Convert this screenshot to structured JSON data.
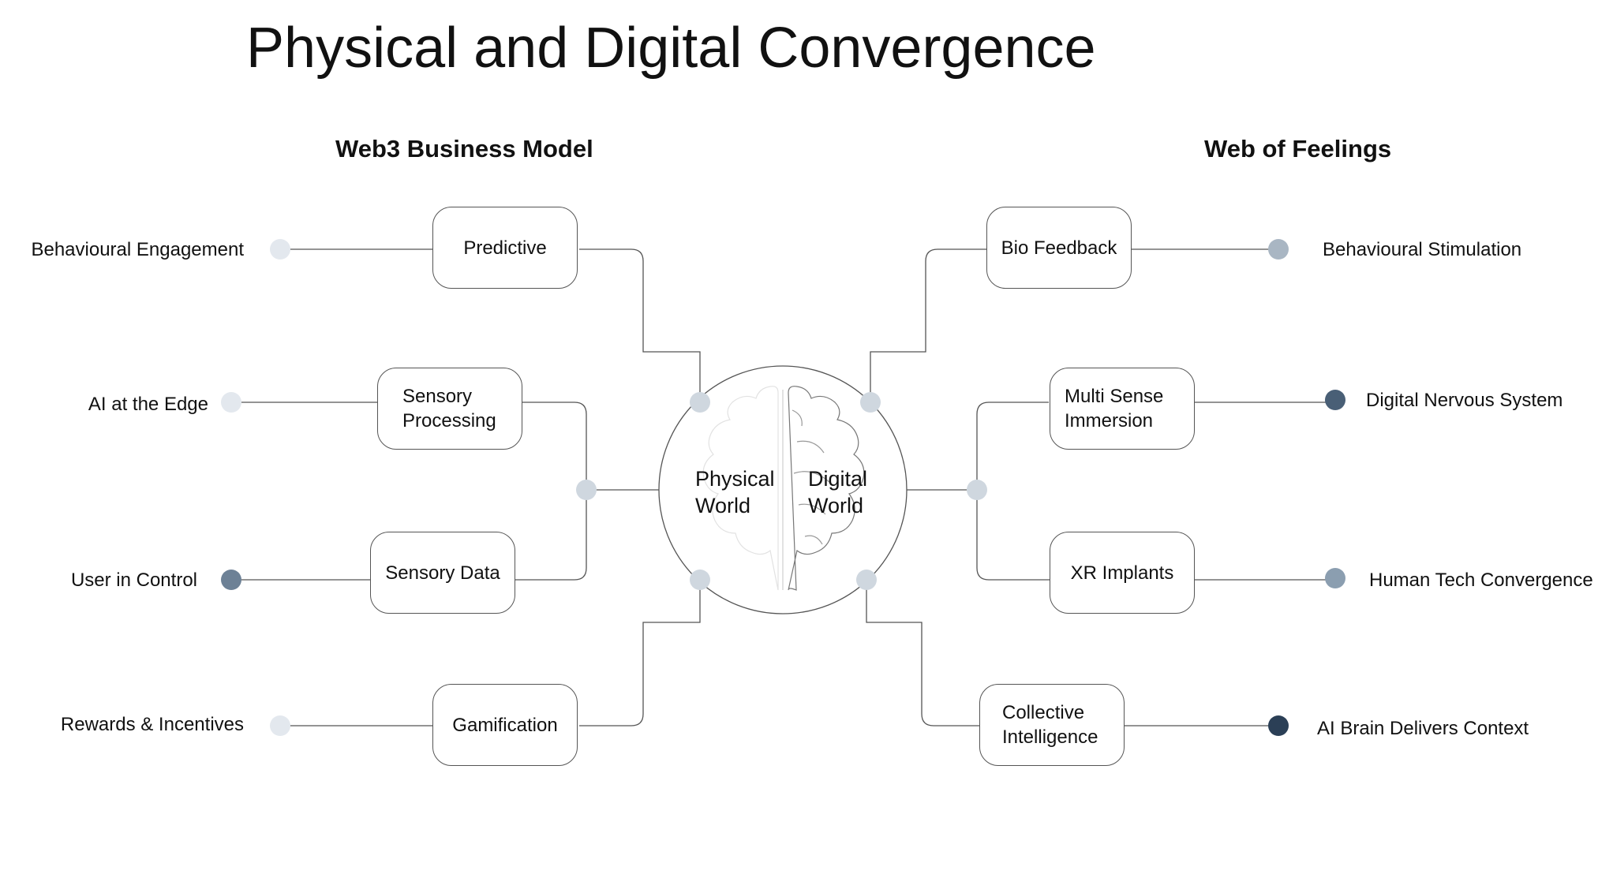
{
  "title": "Physical and Digital Convergence",
  "left_section": "Web3 Business Model",
  "right_section": "Web of Feelings",
  "center": {
    "left": "Physical\nWorld",
    "right": "Digital\nWorld"
  },
  "boxes": {
    "predictive": "Predictive",
    "sensory_processing": "Sensory\nProcessing",
    "sensory_data": "Sensory Data",
    "gamification": "Gamification",
    "bio_feedback": "Bio Feedback",
    "multi_sense": "Multi Sense\nImmersion",
    "xr_implants": "XR Implants",
    "collective": "Collective\nIntelligence"
  },
  "labels": {
    "behavioural_engagement": "Behavioural Engagement",
    "ai_edge": "AI at the Edge",
    "user_control": "User in Control",
    "rewards": "Rewards & Incentives",
    "behavioural_stimulation": "Behavioural Stimulation",
    "digital_nervous": "Digital Nervous System",
    "human_tech": "Human Tech Convergence",
    "ai_brain": "AI Brain Delivers Context"
  },
  "colors": {
    "dot_very_light": "#e3e8ee",
    "dot_light": "#cfd7df",
    "dot_mid_light": "#a9b6c3",
    "dot_mid": "#8b9eb0",
    "dot_slate": "#6d8196",
    "dot_dark": "#495f76",
    "dot_navy": "#2b3f56",
    "line": "#555555"
  }
}
